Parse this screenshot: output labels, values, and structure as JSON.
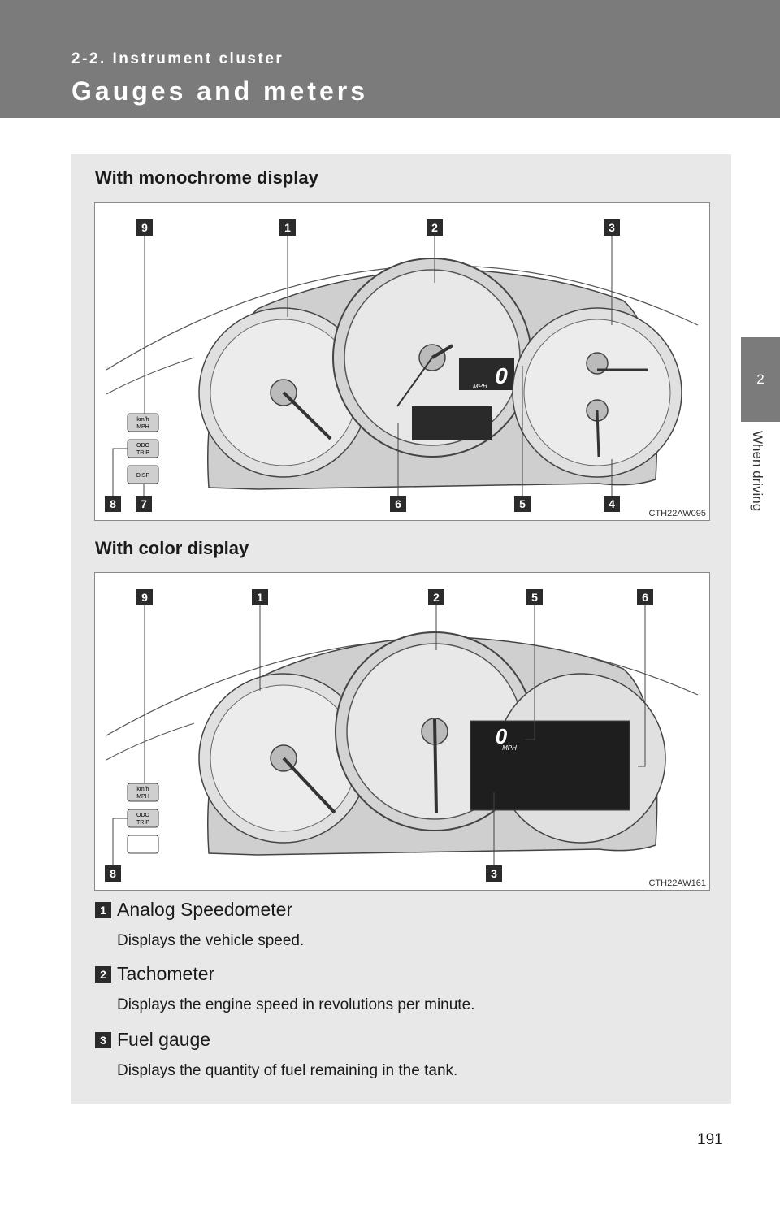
{
  "header": {
    "section": "2-2. Instrument cluster",
    "title": "Gauges and meters"
  },
  "side_tab": {
    "chapter_number": "2",
    "chapter_label": "When driving"
  },
  "figures": [
    {
      "heading": "With monochrome display",
      "code": "CTH22AW095",
      "callouts": [
        "9",
        "1",
        "2",
        "3",
        "8",
        "7",
        "6",
        "5",
        "4"
      ],
      "buttons": [
        "km/h",
        "MPH",
        "ODO",
        "TRIP",
        "DISP"
      ],
      "speed_readout": "0",
      "speed_unit": "MPH"
    },
    {
      "heading": "With color display",
      "code": "CTH22AW161",
      "callouts": [
        "9",
        "1",
        "2",
        "5",
        "6",
        "8",
        "3"
      ],
      "buttons": [
        "km/h",
        "MPH",
        "ODO",
        "TRIP"
      ],
      "speed_readout": "0",
      "speed_unit": "MPH"
    }
  ],
  "items": [
    {
      "marker": "1",
      "title": "Analog Speedometer",
      "desc": "Displays the vehicle speed."
    },
    {
      "marker": "2",
      "title": "Tachometer",
      "desc": "Displays the engine speed in revolutions per minute."
    },
    {
      "marker": "3",
      "title": "Fuel gauge",
      "desc": "Displays the quantity of fuel remaining in the tank."
    }
  ],
  "page_number": "191"
}
